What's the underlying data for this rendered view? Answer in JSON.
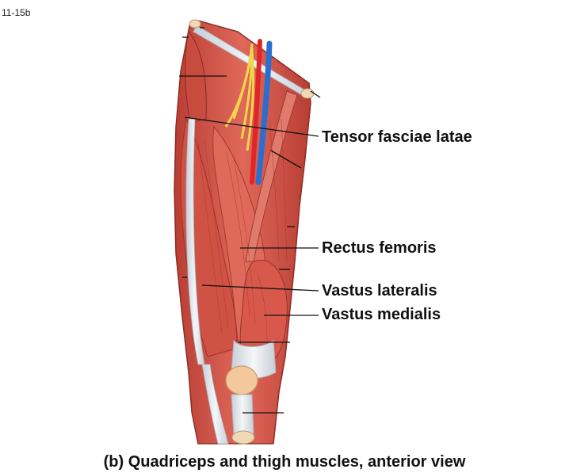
{
  "figure_id": "11-15b",
  "caption": "(b) Quadriceps and thigh muscles, anterior view",
  "labels": {
    "tensor_fasciae_latae": "Tensor fasciae latae",
    "rectus_femoris": "Rectus femoris",
    "vastus_lateralis": "Vastus lateralis",
    "vastus_medialis": "Vastus medialis"
  },
  "colors": {
    "muscle": "#d9574a",
    "muscle_dark": "#b23a30",
    "tendon": "#dfe3e8",
    "artery": "#e0262a",
    "vein": "#2a6fd0",
    "nerve": "#f1d64a",
    "patella": "#f3c89c",
    "leader_line": "#111111"
  }
}
